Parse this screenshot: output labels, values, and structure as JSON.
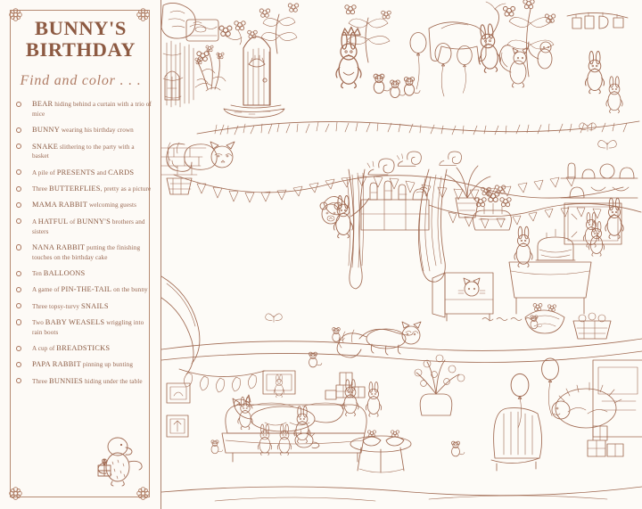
{
  "page": {
    "background_color": "#fdfaf6",
    "ink_color": "#9a6a54",
    "title_color": "#8d5a42",
    "accent_color": "#b58a72"
  },
  "panel": {
    "title_line1": "BUNNY'S",
    "title_line2": "BIRTHDAY",
    "subtitle": "Find and color . . .",
    "ornament_icon": "flower-rosette-icon",
    "character_icon": "mole-with-gift-icon"
  },
  "checklist": {
    "items": [
      {
        "lead": "BEAR",
        "rest": " hiding behind a curtain with a trio of mice"
      },
      {
        "lead": "BUNNY",
        "rest": " wearing his birthday crown"
      },
      {
        "lead": "SNAKE",
        "rest": " slithering to the party with a basket"
      },
      {
        "pre": "A pile of ",
        "lead": "PRESENTS",
        "mid": " and ",
        "lead2": "CARDS",
        "rest": ""
      },
      {
        "pre": "Three ",
        "lead": "BUTTERFLIES",
        "rest": ", pretty as a picture"
      },
      {
        "lead": "MAMA RABBIT",
        "rest": " welcoming guests"
      },
      {
        "pre": "A ",
        "lead": "HATFUL",
        "mid": " of ",
        "lead2": "BUNNY'S",
        "rest": " brothers and sisters"
      },
      {
        "lead": "NANA RABBIT",
        "rest": " putting the finishing touches on the birthday cake"
      },
      {
        "pre": "Ten ",
        "lead": "BALLOONS",
        "rest": ""
      },
      {
        "pre": "A game of ",
        "lead": "PIN-THE-TAIL",
        "rest": " on the bunny"
      },
      {
        "pre": "Three topsy-turvy ",
        "lead": "SNAILS",
        "rest": ""
      },
      {
        "pre": "Two ",
        "lead": "BABY WEASELS",
        "rest": " wriggling into rain boots"
      },
      {
        "pre": "A cup of ",
        "lead": "BREADSTICKS",
        "rest": ""
      },
      {
        "lead": "PAPA RABBIT",
        "rest": " pinning up bunting"
      },
      {
        "pre": "Three ",
        "lead": "BUNNIES",
        "rest": " hiding under the table"
      }
    ]
  },
  "illustration": {
    "name": "bunny-birthday-party-line-art",
    "description": "Hand-drawn sepia line-art coloring scene of a woodland birthday party with burrow door, balloons, bunting, cake table, sofa and many animals"
  }
}
